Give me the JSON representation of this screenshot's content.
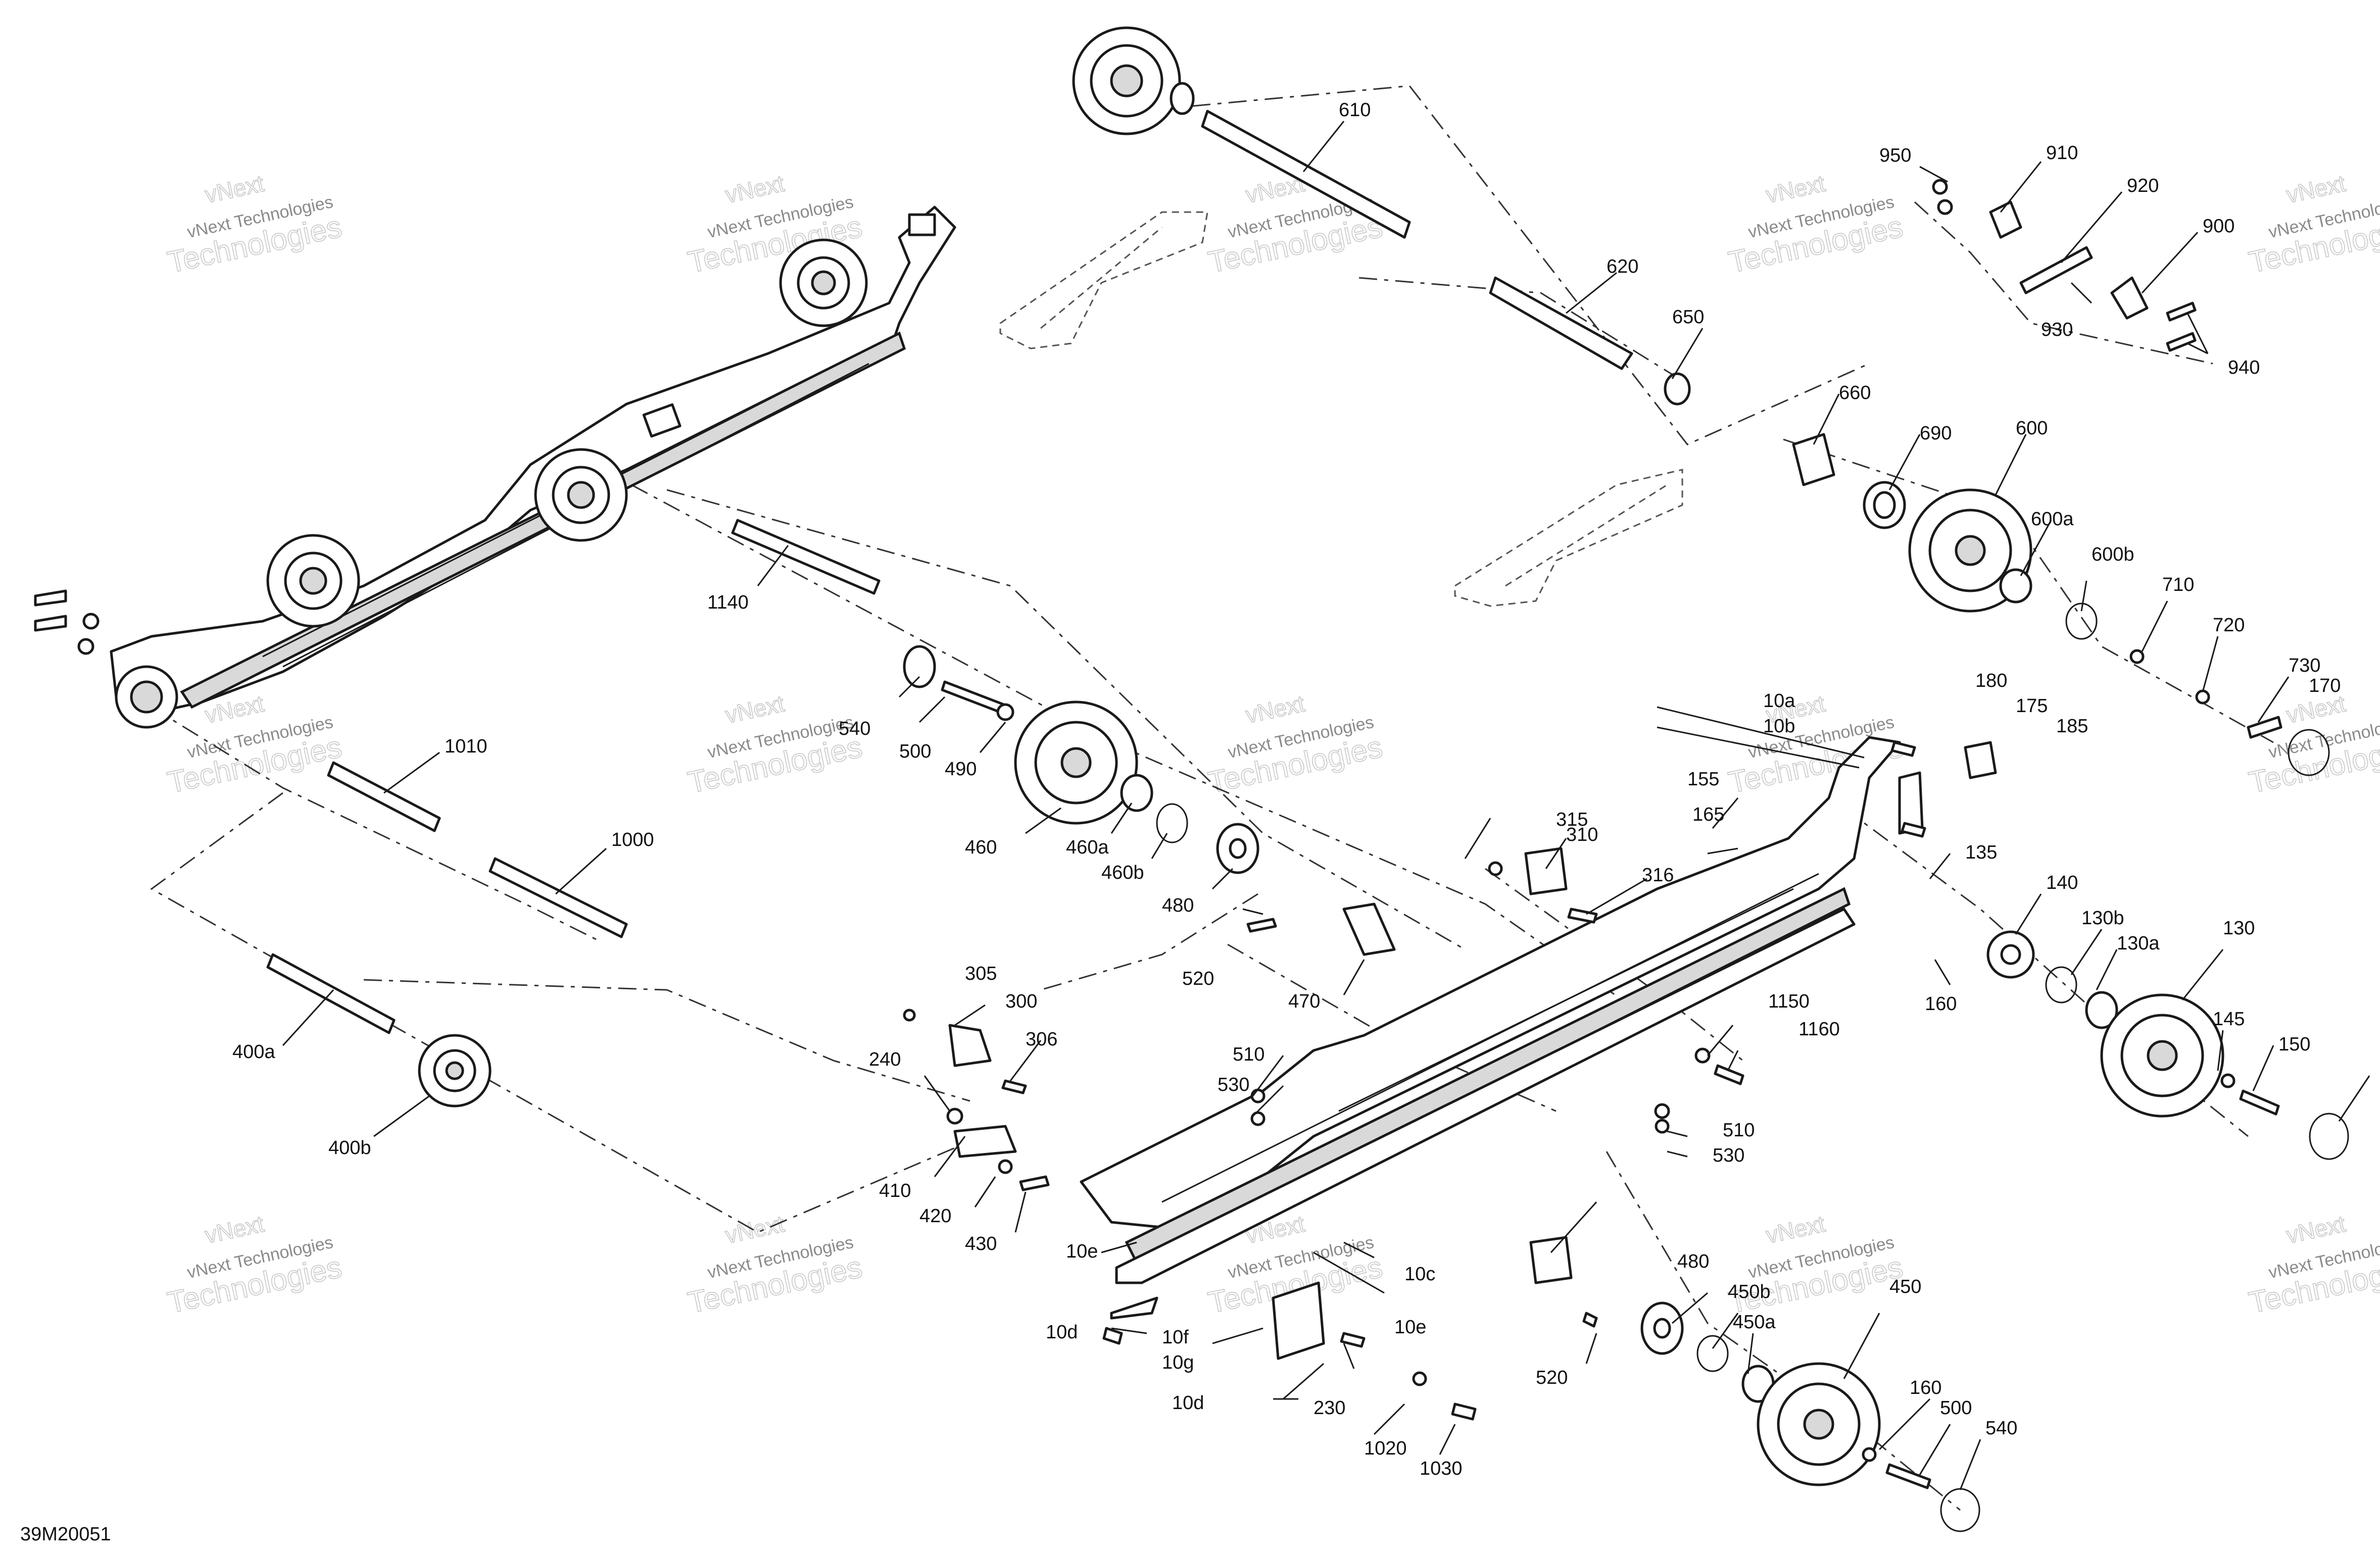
{
  "drawing_id": "39M20051",
  "watermark": {
    "line1": "vNext",
    "line2": "vNext Technologies",
    "line3": "Technologies"
  },
  "callouts": [
    "610",
    "620",
    "650",
    "950",
    "910",
    "920",
    "930",
    "900",
    "940",
    "660",
    "690",
    "600",
    "600a",
    "600b",
    "710",
    "720",
    "730",
    "170",
    "1140",
    "540",
    "500",
    "490",
    "460",
    "460a",
    "460b",
    "480",
    "1010",
    "1000",
    "400a",
    "400b",
    "10a",
    "10b",
    "180",
    "175",
    "185",
    "155",
    "165",
    "315",
    "310",
    "316",
    "135",
    "140",
    "130b",
    "130a",
    "130",
    "160",
    "145",
    "150",
    "520",
    "470",
    "305",
    "300",
    "306",
    "240",
    "410",
    "420",
    "430",
    "510",
    "530",
    "1150",
    "1160",
    "10e",
    "10c",
    "10d",
    "10f",
    "10g",
    "230",
    "1020",
    "1030",
    "450",
    "450b",
    "450a",
    "500",
    "540"
  ]
}
